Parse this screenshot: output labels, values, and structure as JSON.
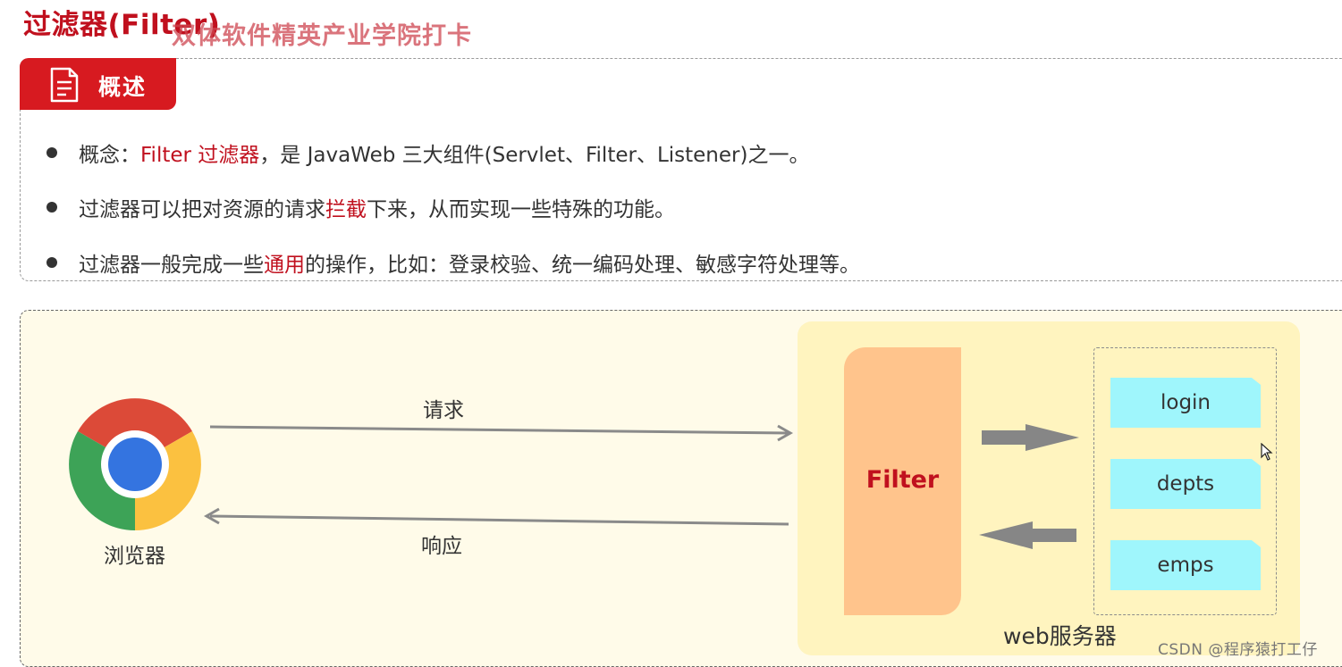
{
  "title": "过滤器(Filter)",
  "watermark": "双体软件精英产业学院打卡",
  "overview": {
    "header_label": "概述",
    "header_icon": "document-icon",
    "bullet1": {
      "prefix": "概念：",
      "highlight": "Filter 过滤器",
      "suffix": "，是 JavaWeb 三大组件(Servlet、Filter、Listener)之一。"
    },
    "bullet2": {
      "prefix": "过滤器可以把对资源的请求",
      "highlight": "拦截",
      "suffix": "下来，从而实现一些特殊的功能。"
    },
    "bullet3": {
      "prefix": "过滤器一般完成一些",
      "highlight": "通用",
      "suffix": "的操作，比如：登录校验、统一编码处理、敏感字符处理等。"
    }
  },
  "diagram": {
    "browser_label": "浏览器",
    "browser_icon": "chrome-icon",
    "request_label": "请求",
    "response_label": "响应",
    "filter_label": "Filter",
    "servlets": [
      "login",
      "depts",
      "emps"
    ],
    "server_label": "web服务器"
  },
  "footer": {
    "credit": "CSDN @程序猿打工仔"
  },
  "colors": {
    "accent_red": "#d71a20",
    "title_red": "#c0101e",
    "filter_orange": "#ffc48c",
    "servlet_cyan": "#9ff6fc",
    "server_yellow": "#fff4bf",
    "diagram_bg": "#fffbe9"
  }
}
